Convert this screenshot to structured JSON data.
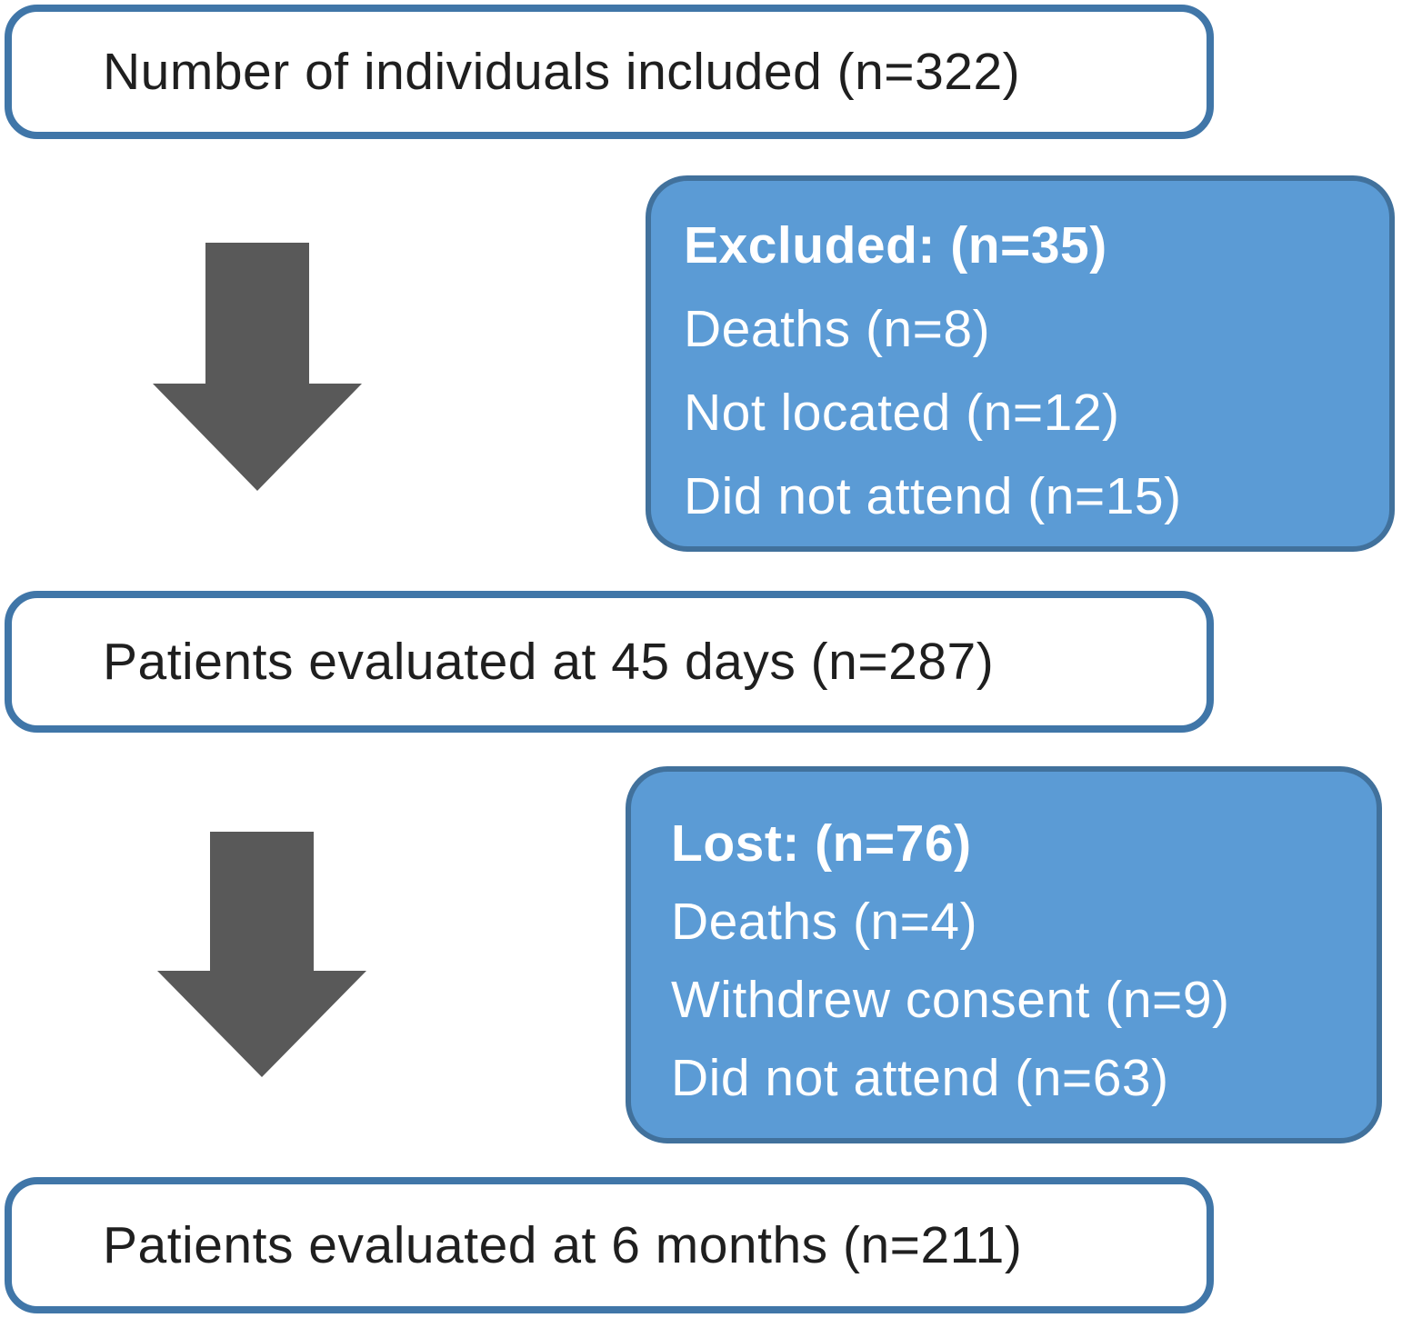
{
  "diagram": {
    "type": "patient-flow-chart",
    "boxes": {
      "included": {
        "label": "Number of individuals included (n=322)"
      },
      "excluded": {
        "title": "Excluded: (n=35)",
        "items": [
          "Deaths (n=8)",
          "Not located (n=12)",
          "Did not attend (n=15)"
        ]
      },
      "evaluated_45_days": {
        "label": "Patients evaluated at 45 days (n=287)"
      },
      "lost": {
        "title": "Lost: (n=76)",
        "items": [
          "Deaths (n=4)",
          "Withdrew consent (n=9)",
          "Did not attend (n=63)"
        ]
      },
      "evaluated_6_months": {
        "label": "Patients evaluated at 6 months (n=211)"
      }
    },
    "colors": {
      "highlight_box_fill": "#5b9bd5",
      "highlight_box_border": "#41719c",
      "plain_box_border": "#4076a8",
      "arrow_fill": "#595959",
      "text_dark": "#1f1f1f",
      "text_light": "#ffffff"
    }
  }
}
